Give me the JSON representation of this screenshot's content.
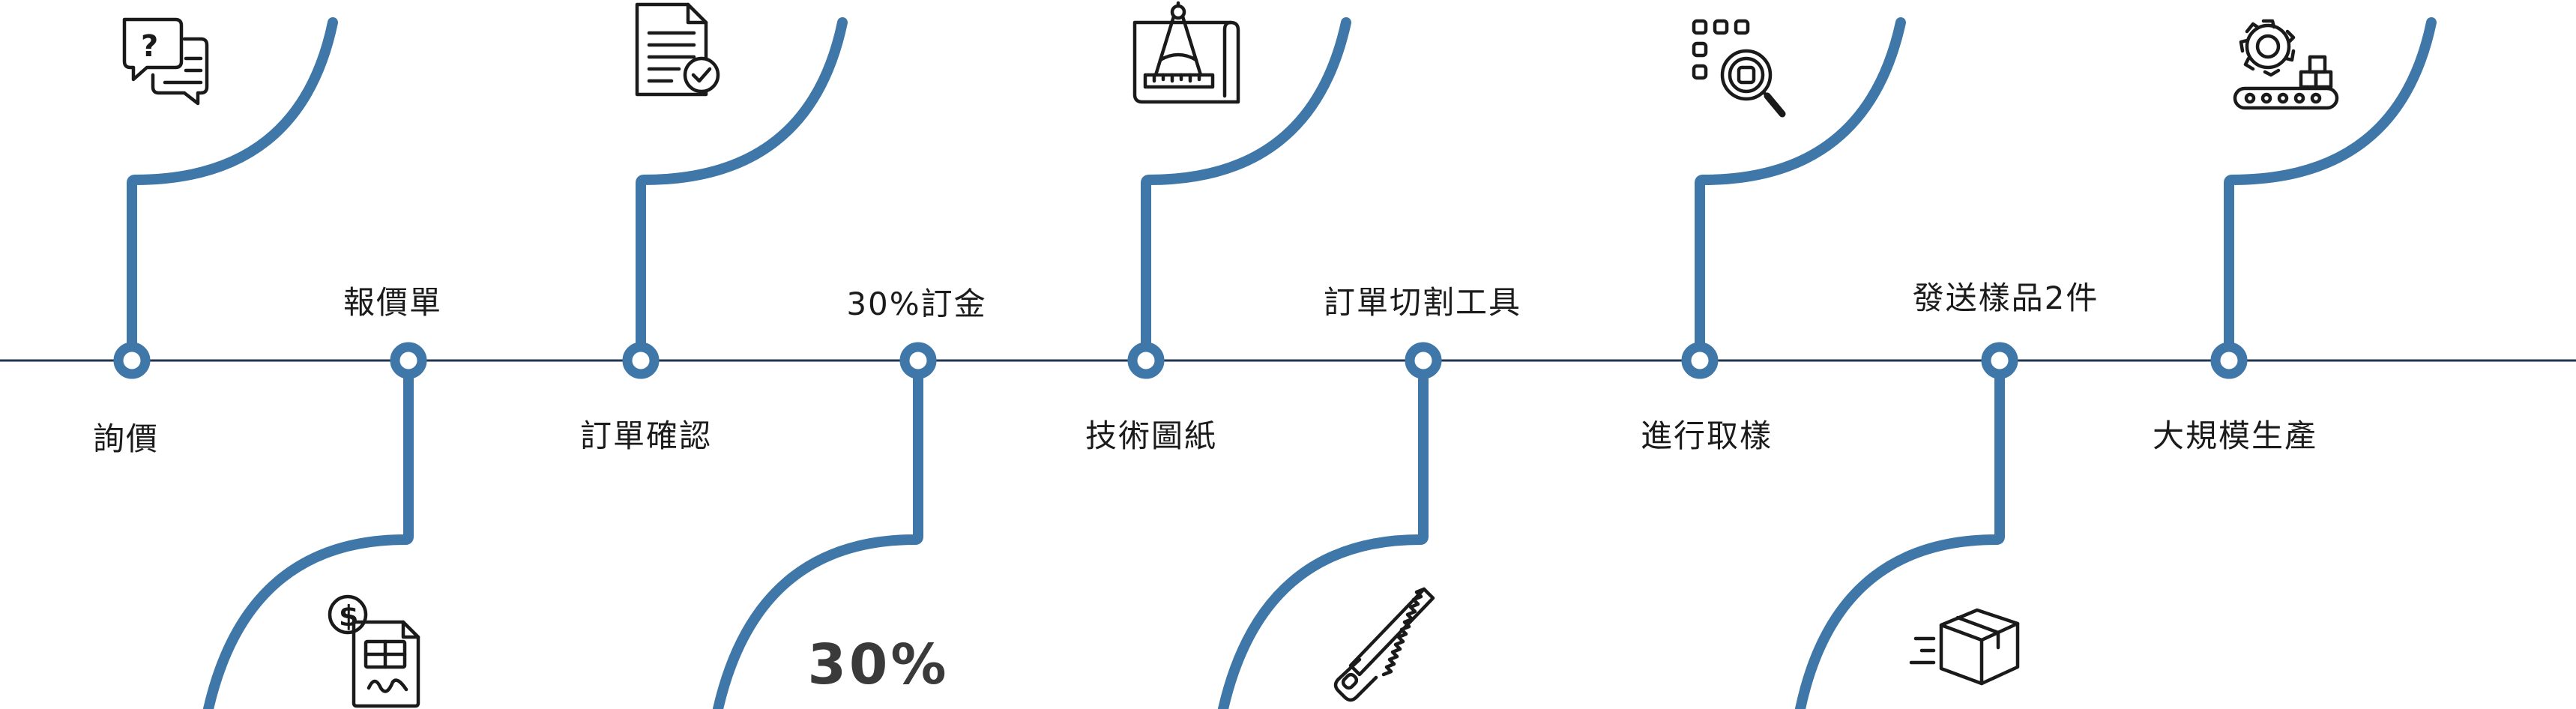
{
  "colors": {
    "accent": "#3e77a8",
    "timeline": "#1f3550",
    "text": "#1b1b1b"
  },
  "steps": [
    {
      "label": "詢價",
      "icon": "question-chat-icon",
      "side": "top"
    },
    {
      "label": "報價單",
      "icon": "invoice-dollar-icon",
      "side": "bottom"
    },
    {
      "label": "訂單確認",
      "icon": "document-check-icon",
      "side": "top"
    },
    {
      "label": "30%訂金",
      "icon": "percent-badge-icon",
      "side": "bottom",
      "badge": "30%"
    },
    {
      "label": "技術圖紙",
      "icon": "blueprint-compass-icon",
      "side": "top"
    },
    {
      "label": "訂單切割工具",
      "icon": "saw-icon",
      "side": "bottom"
    },
    {
      "label": "進行取樣",
      "icon": "inspect-magnifier-icon",
      "side": "top"
    },
    {
      "label": "發送樣品2件",
      "icon": "shipping-box-icon",
      "side": "bottom"
    },
    {
      "label": "大規模生產",
      "icon": "production-gear-icon",
      "side": "top"
    }
  ]
}
